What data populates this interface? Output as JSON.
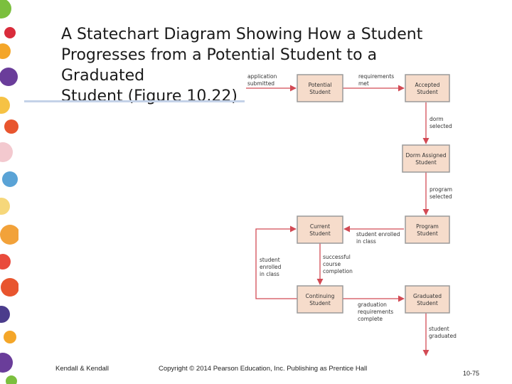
{
  "slide": {
    "title_lines": [
      "A Statechart Diagram Showing How a Student",
      "Progresses from a Potential Student to a Graduated",
      "Student (Figure 10.22)"
    ],
    "footer_left": "Kendall & Kendall",
    "footer_center": "Copyright © 2014 Pearson Education, Inc. Publishing as Prentice Hall",
    "page_number": "10-75"
  },
  "colors": {
    "box_fill": "#f6dccb",
    "box_stroke": "#9a9a9a",
    "arrow": "#d24a54",
    "title_rule": "#c4d2e8"
  },
  "diagram": {
    "states": {
      "potential": [
        "Potential",
        "Student"
      ],
      "accepted": [
        "Accepted",
        "Student"
      ],
      "dorm_assigned": [
        "Dorm Assigned",
        "Student"
      ],
      "program": [
        "Program",
        "Student"
      ],
      "current": [
        "Current",
        "Student"
      ],
      "continuing": [
        "Continuing",
        "Student"
      ],
      "graduated": [
        "Graduated",
        "Student"
      ]
    },
    "transitions": {
      "application_submitted": [
        "application",
        "submitted"
      ],
      "requirements_met": [
        "requirements",
        "met"
      ],
      "dorm_selected": [
        "dorm",
        "selected"
      ],
      "program_selected": [
        "program",
        "selected"
      ],
      "student_enrolled_in_class": [
        "student enrolled",
        "in class"
      ],
      "student_enrolled_in_class_left": [
        "student",
        "enrolled",
        "in class"
      ],
      "successful_course_completion": [
        "successful",
        "course",
        "completion"
      ],
      "graduation_requirements_complete": [
        "graduation",
        "requirements",
        "complete"
      ],
      "student_graduated": [
        "student",
        "graduated"
      ]
    }
  }
}
